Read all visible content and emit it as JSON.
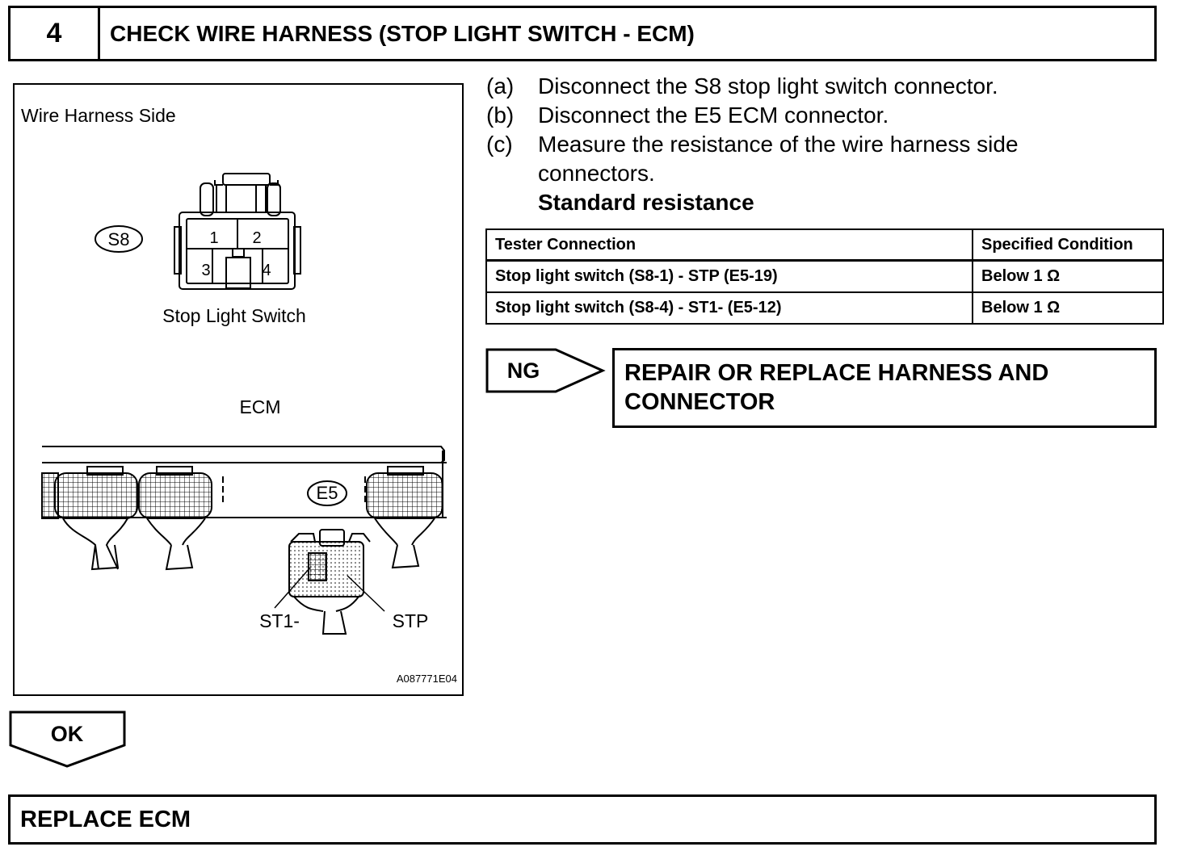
{
  "step": {
    "number": "4",
    "title": "CHECK WIRE HARNESS (STOP LIGHT SWITCH - ECM)"
  },
  "figure": {
    "heading": "Wire Harness Side",
    "s8_tag": "S8",
    "pins": [
      "1",
      "2",
      "3",
      "4"
    ],
    "switch_label": "Stop Light Switch",
    "ecm_label": "ECM",
    "e5_tag": "E5",
    "st1_label": "ST1-",
    "stp_label": "STP",
    "figure_code": "A087771E04"
  },
  "instructions": [
    {
      "label": "(a)",
      "text": "Disconnect the S8 stop light switch connector."
    },
    {
      "label": "(b)",
      "text": "Disconnect the E5 ECM connector."
    },
    {
      "label": "(c)",
      "text": "Measure the resistance of the wire harness side"
    },
    {
      "label": "",
      "text": "connectors."
    }
  ],
  "standard_heading": "Standard resistance",
  "table": {
    "headers": [
      "Tester Connection",
      "Specified Condition"
    ],
    "rows": [
      [
        "Stop light switch (S8-1) - STP (E5-19)",
        "Below 1 Ω"
      ],
      [
        "Stop light switch (S8-4) - ST1- (E5-12)",
        "Below 1 Ω"
      ]
    ]
  },
  "ng": {
    "label": "NG",
    "result_line1": "REPAIR OR REPLACE HARNESS AND",
    "result_line2": "CONNECTOR"
  },
  "ok": {
    "label": "OK",
    "result": "REPLACE ECM"
  }
}
